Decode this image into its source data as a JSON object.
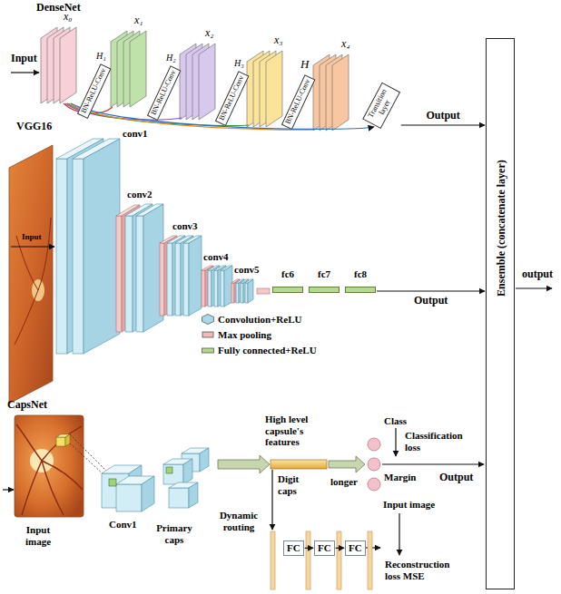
{
  "diagram": {
    "nodes": [
      {
        "text": [
          "BN-ReLU-Conv"
        ]
      },
      {
        "text": [
          "BN-ReLU-Conv"
        ]
      },
      {
        "text": [
          "BN-ReLU-Conv"
        ]
      },
      {
        "text": [
          "BN-ReLU-Conv"
        ]
      },
      {
        "text": [
          "Transition layer"
        ]
      },
      {
        "text": [
          "fc6"
        ]
      },
      {
        "text": [
          "fc7"
        ]
      },
      {
        "text": [
          "fc8"
        ]
      },
      {
        "text": [
          "FC"
        ]
      },
      {
        "text": [
          "FC"
        ]
      },
      {
        "text": [
          "FC"
        ]
      },
      {
        "text": [
          "Ensemble (concatenate layer)"
        ]
      }
    ],
    "edges": [
      {
        "from": 4,
        "to": 11,
        "arrow": "to",
        "label": "Output"
      },
      {
        "from": 7,
        "to": 11,
        "arrow": "to",
        "label": "Output"
      },
      {
        "from": 8,
        "to": 9,
        "arrow": "to"
      },
      {
        "from": 9,
        "to": 10,
        "arrow": "to"
      }
    ],
    "labels": [
      "DenseNet",
      "Input",
      "x₀",
      "x₁",
      "x₂",
      "x₃",
      "x₄",
      "H₁",
      "H₂",
      "H₃",
      "H",
      "VGG16",
      "conv1",
      "Input",
      "conv2",
      "conv3",
      "conv4",
      "conv5",
      "CapsNet",
      "Input image",
      "Conv1",
      "Primary caps",
      "Dynamic routing",
      "High level capsule's features",
      "Digit caps",
      "longer",
      "Class",
      "Classification loss",
      "Margin",
      "Output",
      "Input image",
      "Reconstruction loss MSE",
      "output"
    ],
    "legend": [
      {
        "text": "Convolution+ReLU",
        "color": "#a8d8ea"
      },
      {
        "text": "Max pooling",
        "color": "#f4b6b6"
      },
      {
        "text": "Fully connected+ReLU",
        "color": "#b6d98c"
      }
    ]
  }
}
